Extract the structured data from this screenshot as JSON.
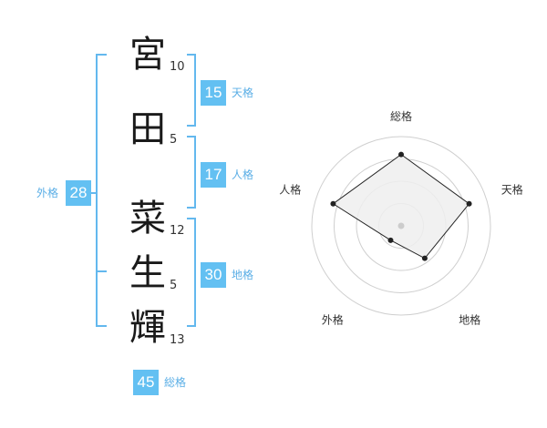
{
  "name": {
    "chars": [
      {
        "char": "宮",
        "strokes": "10"
      },
      {
        "char": "田",
        "strokes": "5"
      },
      {
        "char": "菜",
        "strokes": "12"
      },
      {
        "char": "生",
        "strokes": "5"
      },
      {
        "char": "輝",
        "strokes": "13"
      }
    ]
  },
  "scores": {
    "tenkaku": {
      "value": "15",
      "label": "天格"
    },
    "jinkaku": {
      "value": "17",
      "label": "人格"
    },
    "chikaku": {
      "value": "30",
      "label": "地格"
    },
    "gaikaku": {
      "value": "28",
      "label": "外格"
    },
    "soukaku": {
      "value": "45",
      "label": "総格"
    }
  },
  "colors": {
    "accent": "#63c0f2",
    "bracket": "#63b8ee",
    "polygon_fill": "#eeeeee"
  },
  "chart_data": {
    "type": "radar",
    "axes": [
      "総格",
      "天格",
      "地格",
      "外格",
      "人格"
    ],
    "values": [
      0.8,
      0.8,
      0.45,
      0.2,
      0.8
    ],
    "rings": 4
  }
}
